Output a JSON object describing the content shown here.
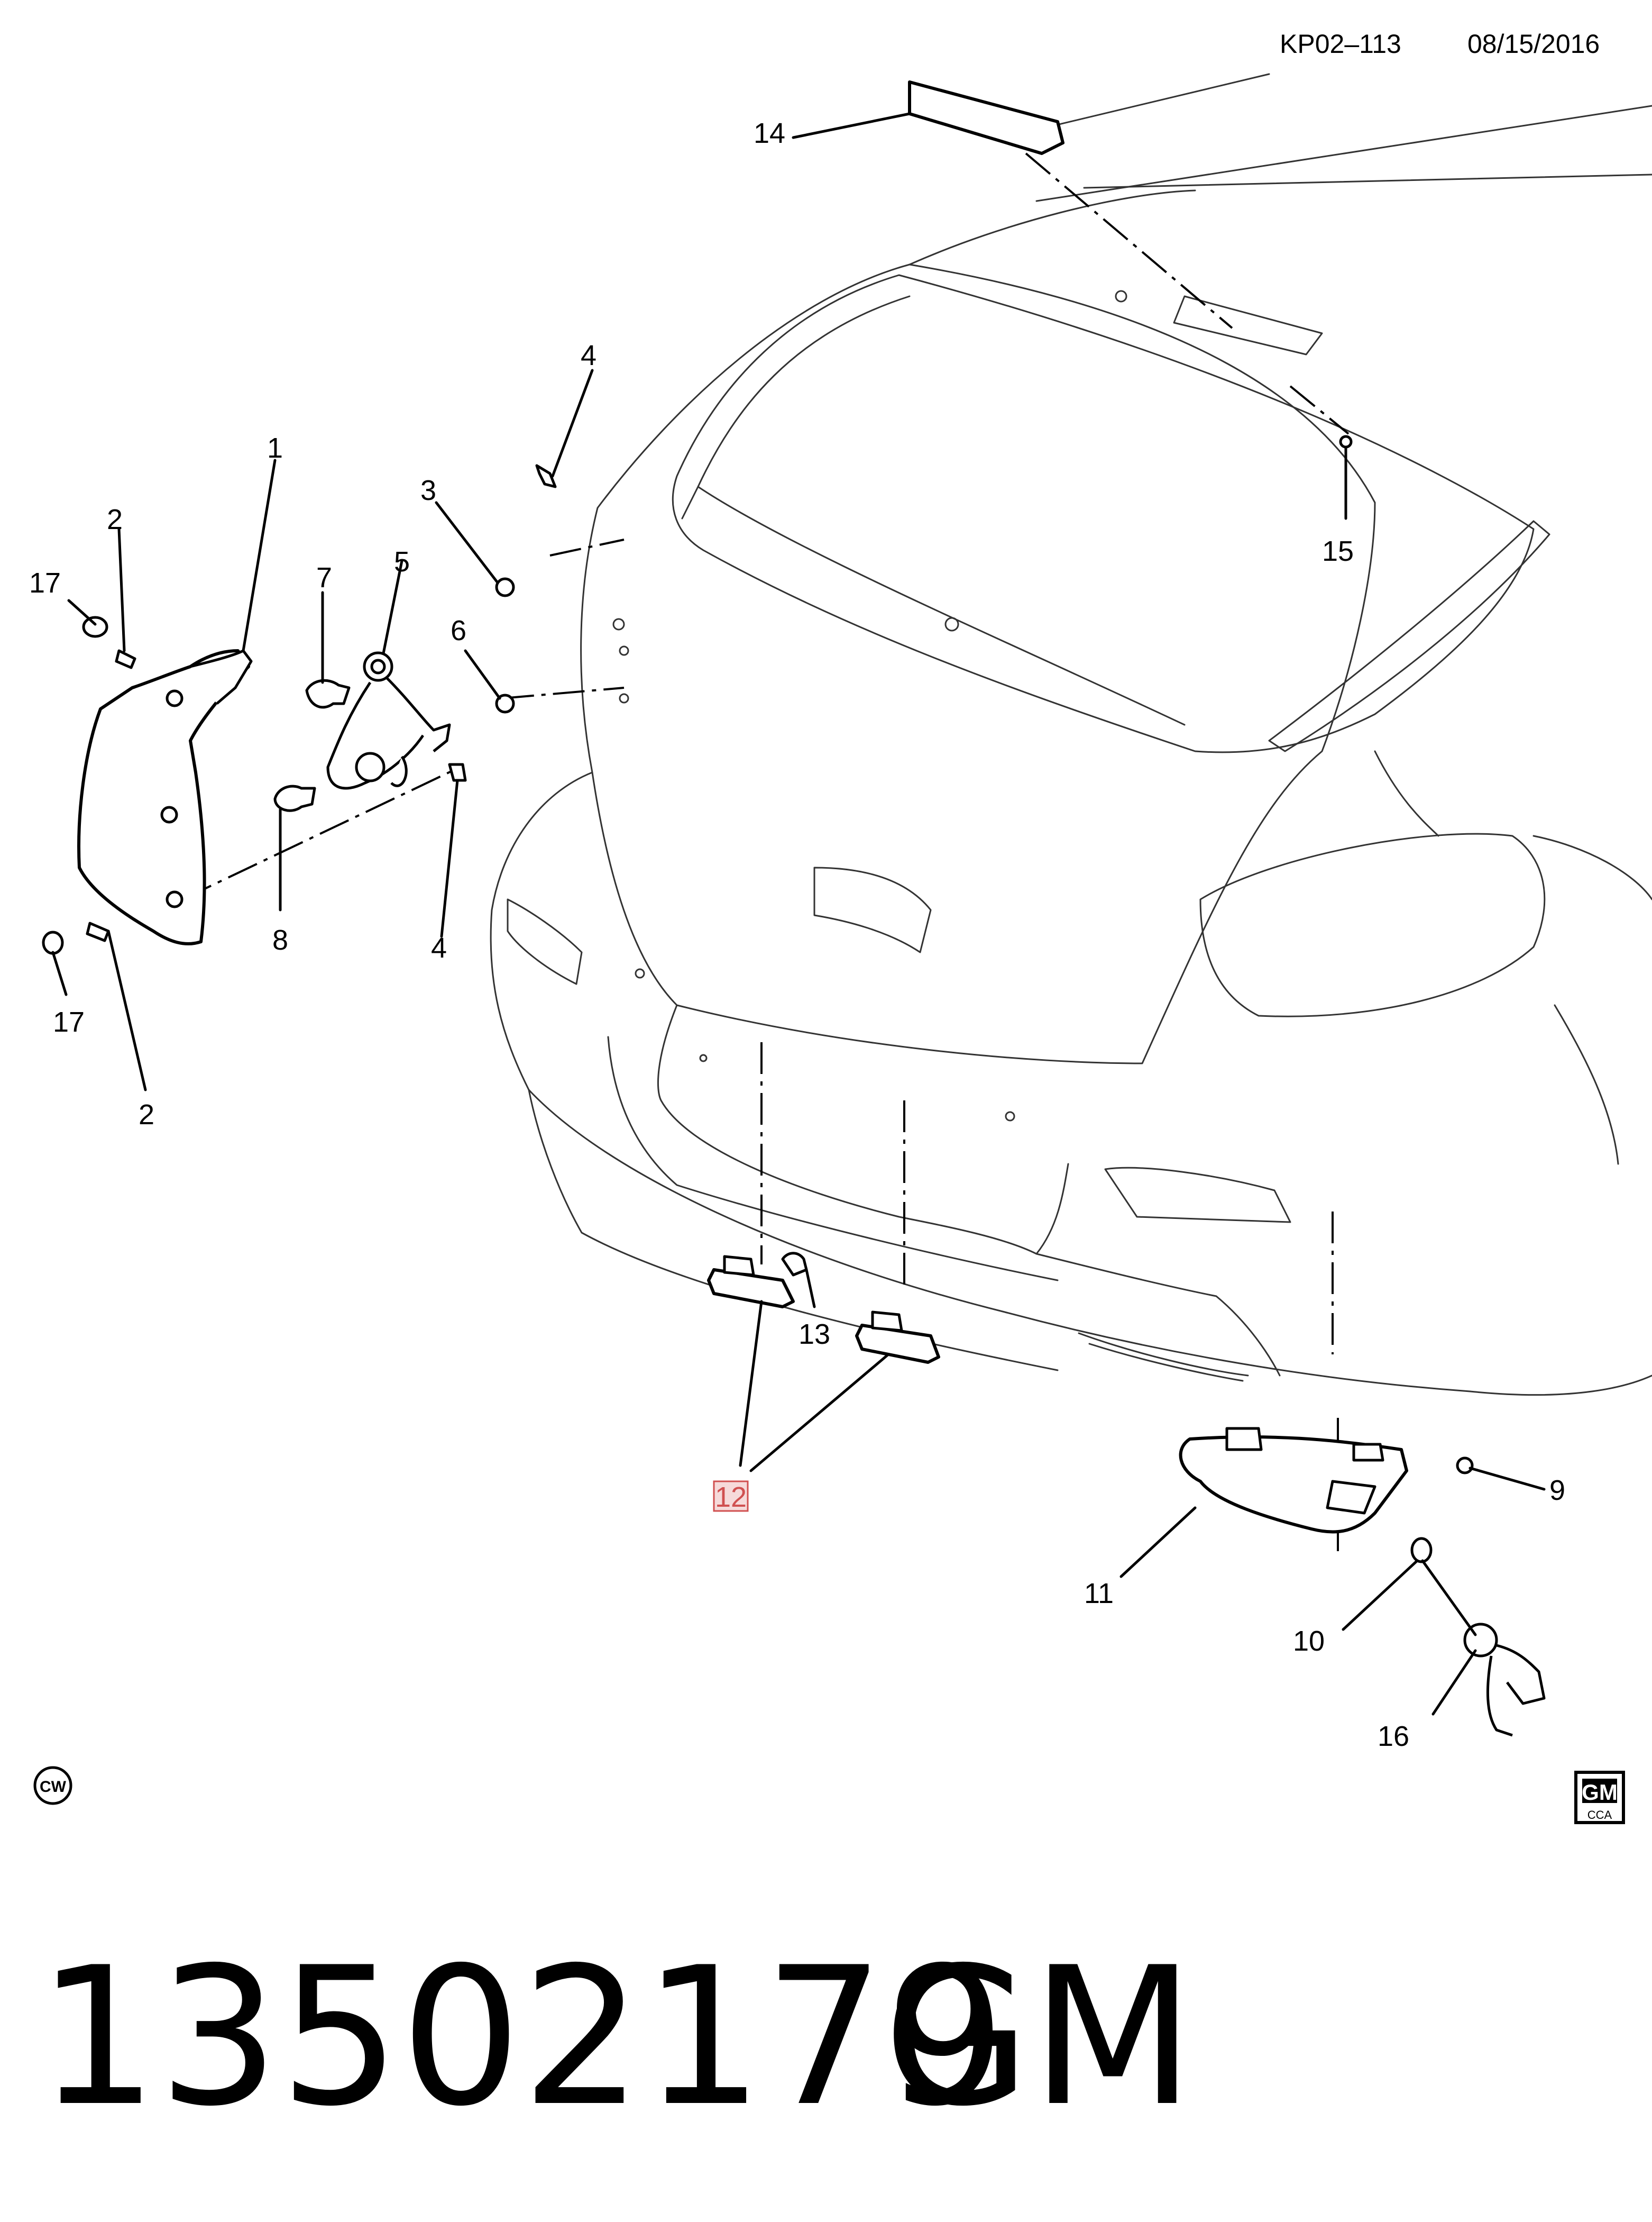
{
  "header": {
    "code": "KP02–113",
    "date": "08/15/2016"
  },
  "part_number": "13502179",
  "brand": "GM",
  "logo": {
    "top": "GM",
    "bottom": "CCA"
  },
  "cw_badge": "CW",
  "colors": {
    "ink": "#000000",
    "body": "#333333",
    "highlight": "#d05050"
  },
  "callouts": {
    "c1": "1",
    "c2a": "2",
    "c2b": "2",
    "c3": "3",
    "c4a": "4",
    "c4b": "4",
    "c5": "5",
    "c6": "6",
    "c7": "7",
    "c8": "8",
    "c9": "9",
    "c10": "10",
    "c11": "11",
    "c12": "12",
    "c13": "13",
    "c14": "14",
    "c15": "15",
    "c16": "16",
    "c17a": "17",
    "c17b": "17"
  },
  "highlighted_callout": "12"
}
